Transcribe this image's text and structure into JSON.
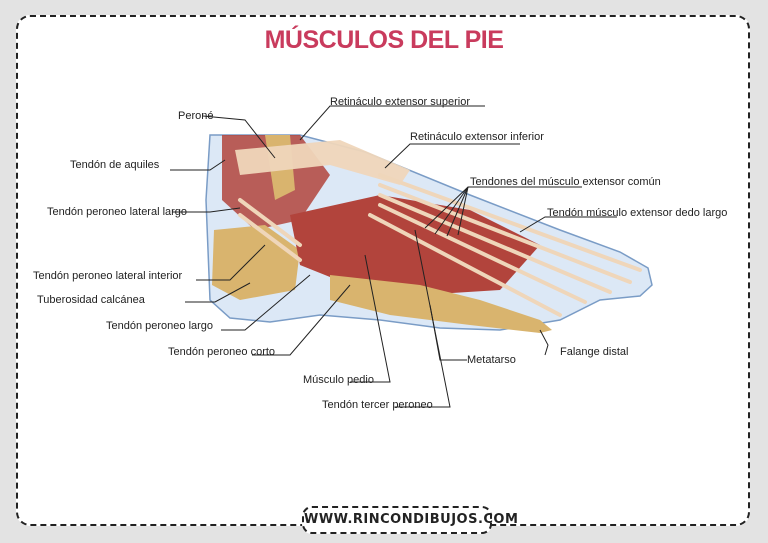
{
  "title": "MÚSCULOS DEL PIE",
  "labels": {
    "perone": "Peroné",
    "retinaculo_superior": "Retináculo extensor superior",
    "retinaculo_inferior": "Retináculo extensor inferior",
    "tendon_aquiles": "Tendón de aquiles",
    "tendones_extensor_comun": "Tendones del músculo extensor común",
    "tendon_peroneo_lateral_largo": "Tendón peroneo lateral largo",
    "tendon_extensor_dedo_largo": "Tendón músculo extensor dedo largo",
    "tendon_peroneo_lateral_interior": "Tendón peroneo lateral interior",
    "tuberosidad_calcanea": "Tuberosidad calcánea",
    "tendon_peroneo_largo": "Tendón peroneo largo",
    "tendon_peroneo_corto": "Tendón peroneo corto",
    "falange_distal": "Falange distal",
    "metatarso": "Metatarso",
    "musculo_pedio": "Músculo pedio",
    "tendon_tercer_peroneo": "Tendón tercer peroneo"
  },
  "footer": "WWW.RINCONDIBUJOS.COM",
  "colors": {
    "title": "#c93b5d",
    "muscle": "#b2443c",
    "tendon": "#efd6ba",
    "bone": "#d9b46e",
    "skin": "#dce8f6"
  }
}
